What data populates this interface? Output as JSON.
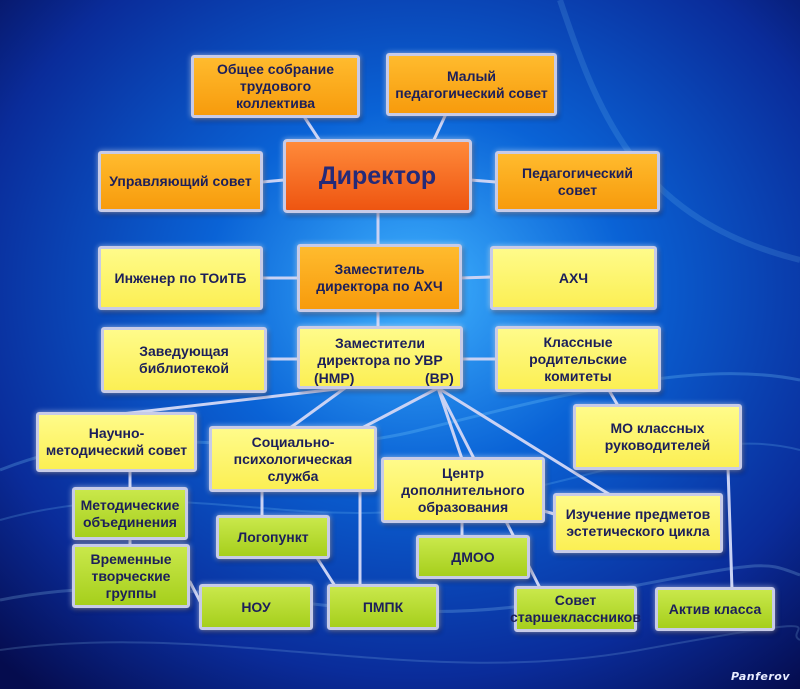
{
  "nodes": {
    "general_meeting": "Общее собрание трудового коллектива",
    "small_ped_council": "Малый педагогический совет",
    "governing_council": "Управляющий совет",
    "director": "Директор",
    "ped_council": "Педагогический  совет",
    "engineer": "Инженер по ТОиТБ",
    "deputy_ahch": "Заместитель директора по АХЧ",
    "ahch": "АХЧ",
    "librarian": "Заведующая библиотекой",
    "deputies_uvr": "Заместители директора по УВР",
    "parent_committees": "Классные родительские комитеты",
    "sci_method_council": "Научно-методический совет",
    "social_psych": "Социально-психологическая служба",
    "mo_class_leaders": "МО классных руководителей",
    "extra_education": "Центр дополнительного образования",
    "method_unions": "Методические объединения",
    "aesthetic_subjects": "Изучение предметов эстетического цикла",
    "speech_point": "Логопункт",
    "dmoo": "ДМОО",
    "creative_groups": "Временные творческие группы",
    "nou": "НОУ",
    "pmpk": "ПМПК",
    "senior_council": "Совет старшеклассников",
    "class_activists": "Актив класса"
  },
  "sub_labels": {
    "nmr": "(НМР)",
    "vr": "(ВР)"
  },
  "watermark": "Panferov",
  "colors": {
    "orange": "#f9a51b",
    "director": "#f26522",
    "yellow": "#fdf56b",
    "green": "#b5d930",
    "connector": "#c9d2f4"
  }
}
